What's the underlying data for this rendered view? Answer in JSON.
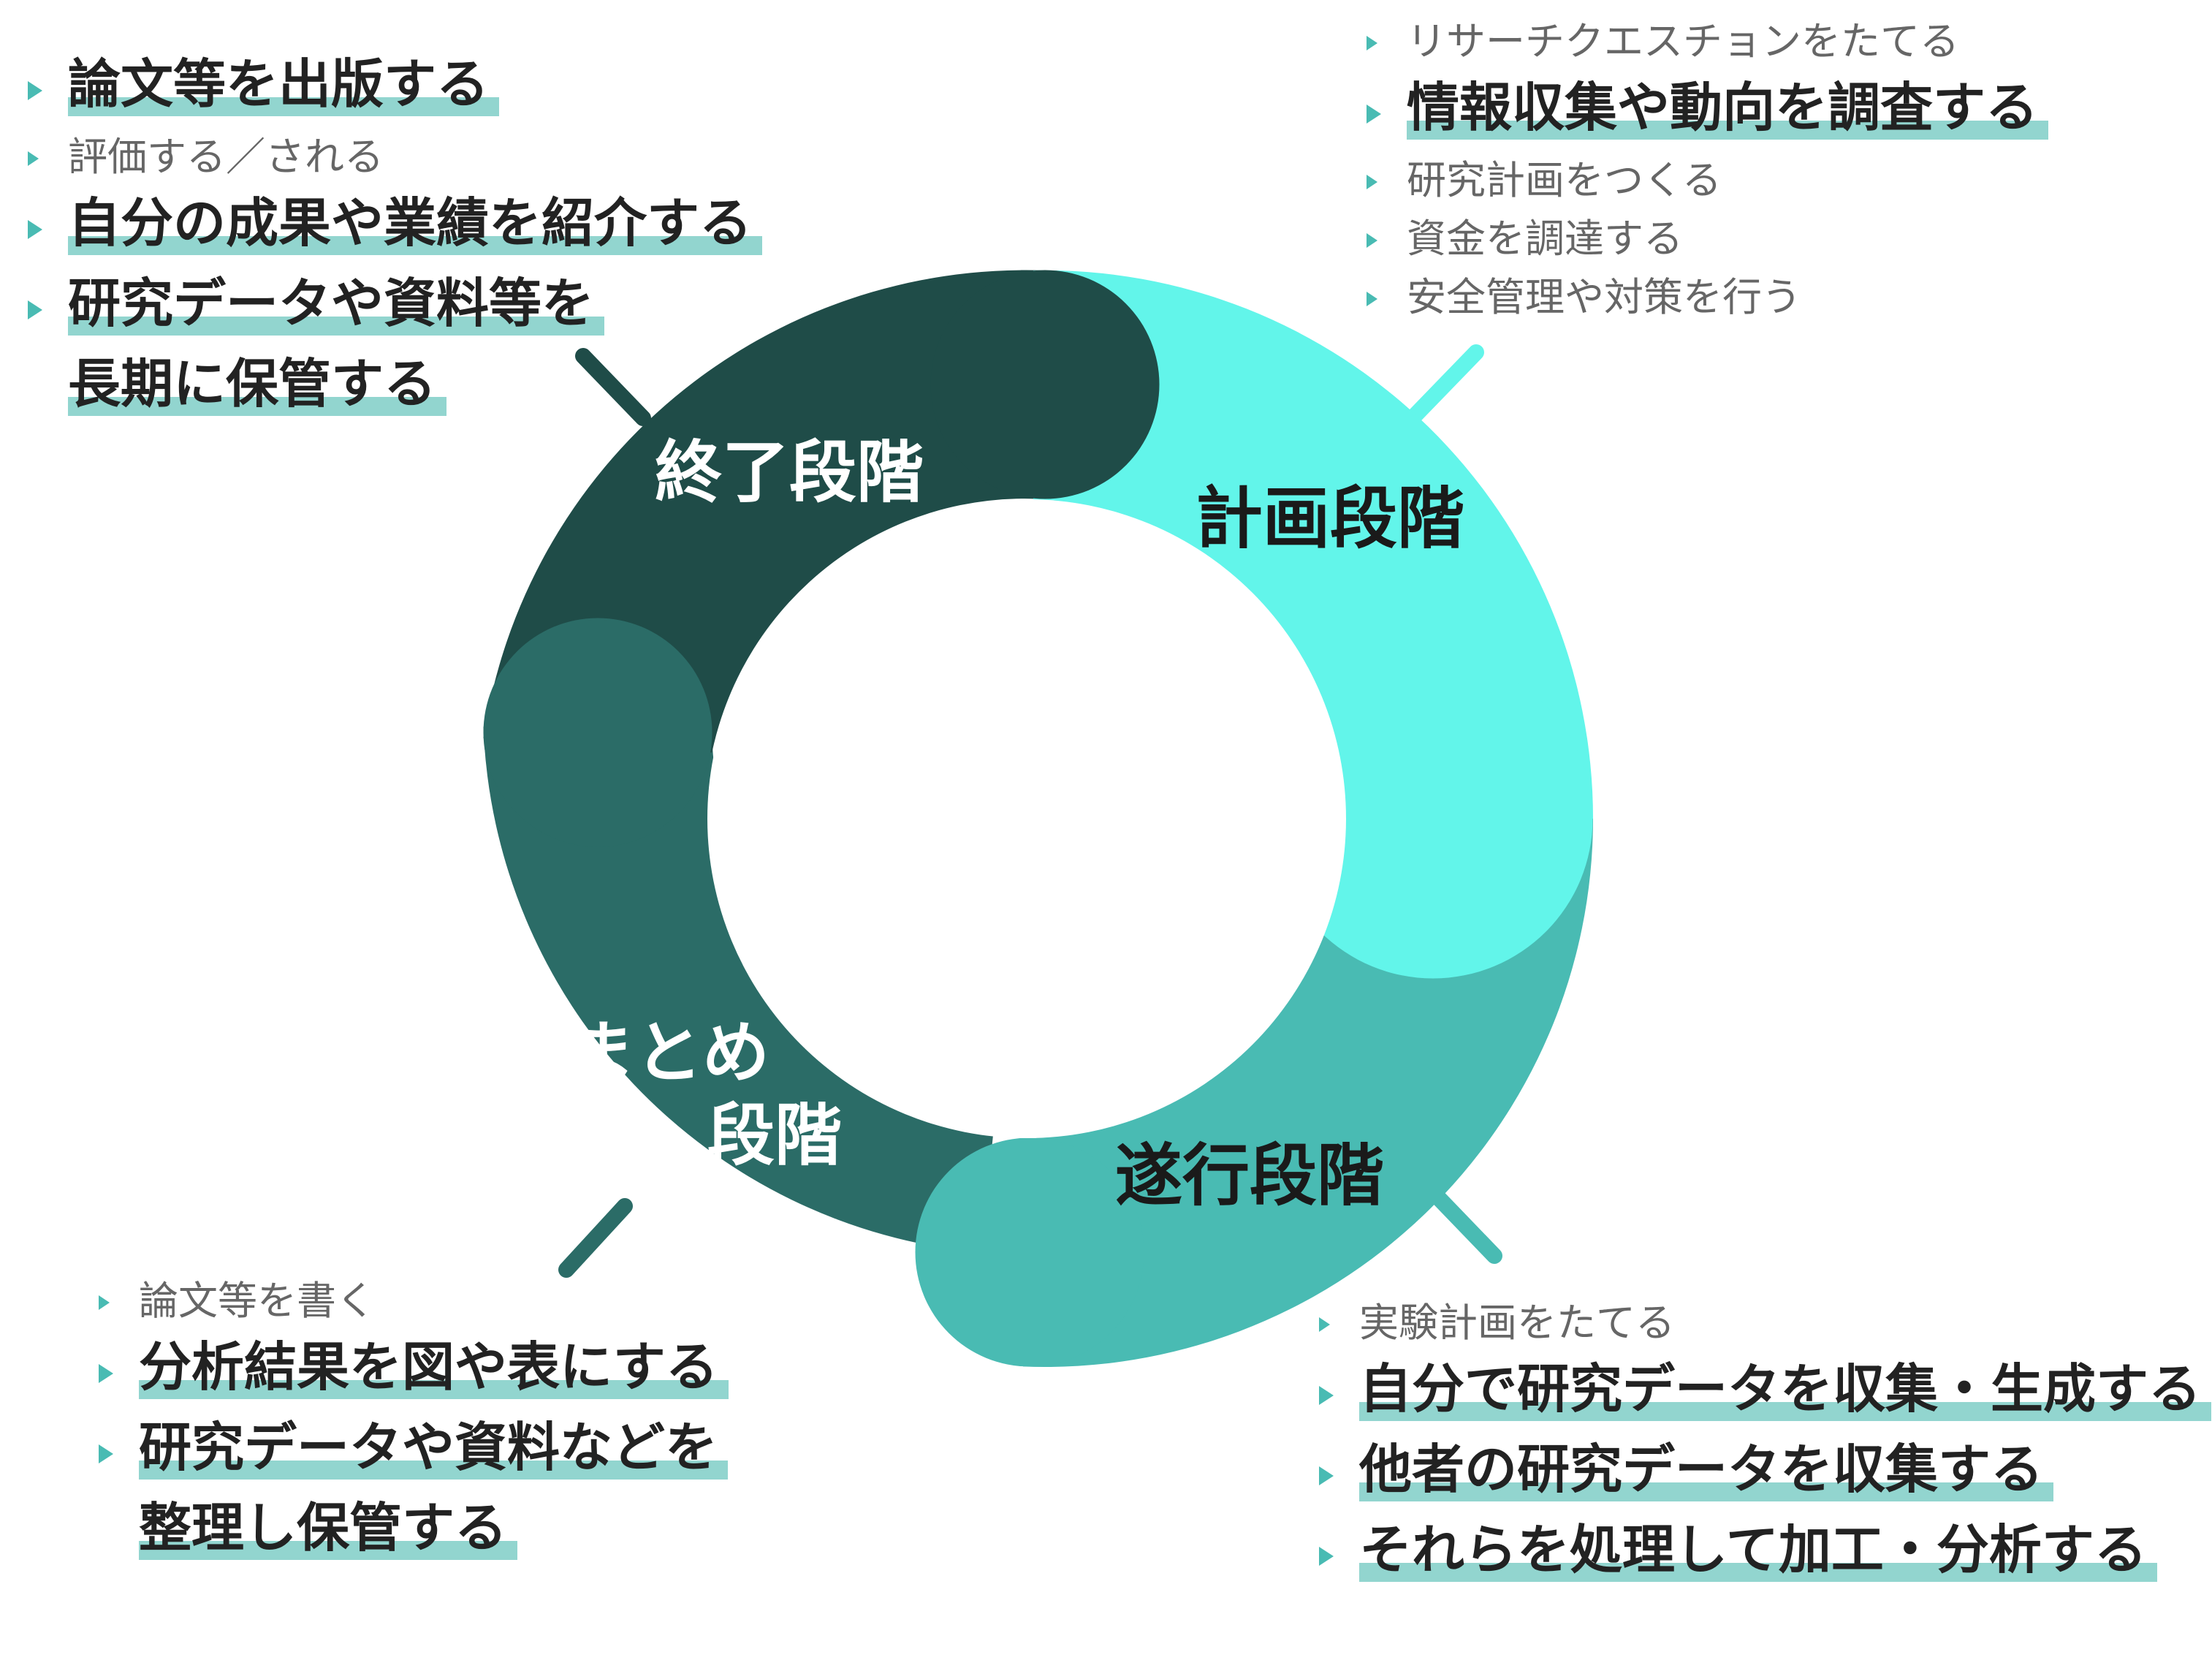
{
  "colors": {
    "end_stage": "#1f4c48",
    "summary_stage": "#2b6c67",
    "execution_stage": "#49bbb3",
    "planning_stage": "#62f5ea",
    "connector_light": "#62f5ea",
    "connector_dark": "#1f4c48",
    "highlight": "#92d5cf",
    "bullet": "#49bbb3"
  },
  "stages": {
    "end": "終了段階",
    "planning": "計画段階",
    "execution": "遂行段階",
    "summary_line1": "まとめ",
    "summary_line2": "段階"
  },
  "top_left": {
    "items": [
      {
        "text": "論文等を出版する",
        "style": "major"
      },
      {
        "text": "評価する／される",
        "style": "minor"
      },
      {
        "text": "自分の成果や業績を紹介する",
        "style": "major"
      },
      {
        "text": "研究データや資料等を",
        "style": "major"
      },
      {
        "text": "長期に保管する",
        "style": "major-cont"
      }
    ]
  },
  "top_right": {
    "items": [
      {
        "text": "リサーチクエスチョンをたてる",
        "style": "minor"
      },
      {
        "text": "情報収集や動向を調査する",
        "style": "major"
      },
      {
        "text": "研究計画をつくる",
        "style": "minor"
      },
      {
        "text": "資金を調達する",
        "style": "minor"
      },
      {
        "text": "安全管理や対策を行う",
        "style": "minor"
      }
    ]
  },
  "bottom_left": {
    "items": [
      {
        "text": "論文等を書く",
        "style": "minor"
      },
      {
        "text": "分析結果を図や表にする",
        "style": "major"
      },
      {
        "text": "研究データや資料などを",
        "style": "major"
      },
      {
        "text": "整理し保管する",
        "style": "major-cont"
      }
    ]
  },
  "bottom_right": {
    "items": [
      {
        "text": "実験計画をたてる",
        "style": "minor"
      },
      {
        "text": "自分で研究データを収集・生成する",
        "style": "major"
      },
      {
        "text": "他者の研究データを収集する",
        "style": "major"
      },
      {
        "text": "それらを処理して加工・分析する",
        "style": "major"
      }
    ]
  }
}
